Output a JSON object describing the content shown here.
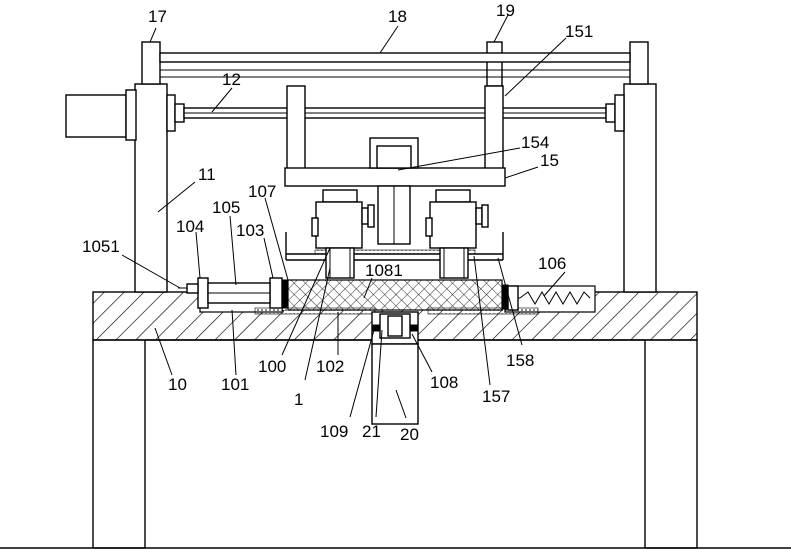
{
  "labels": {
    "l17": "17",
    "l18": "18",
    "l19": "19",
    "l151": "151",
    "l12": "12",
    "l154": "154",
    "l15": "15",
    "l11": "11",
    "l107": "107",
    "l105": "105",
    "l104": "104",
    "l103": "103",
    "l1051": "1051",
    "l1081": "1081",
    "l106": "106",
    "l100": "100",
    "l102": "102",
    "l101": "101",
    "l10": "10",
    "l1": "1",
    "l108": "108",
    "l157": "157",
    "l158": "158",
    "l109": "109",
    "l21": "21",
    "l20": "20"
  }
}
